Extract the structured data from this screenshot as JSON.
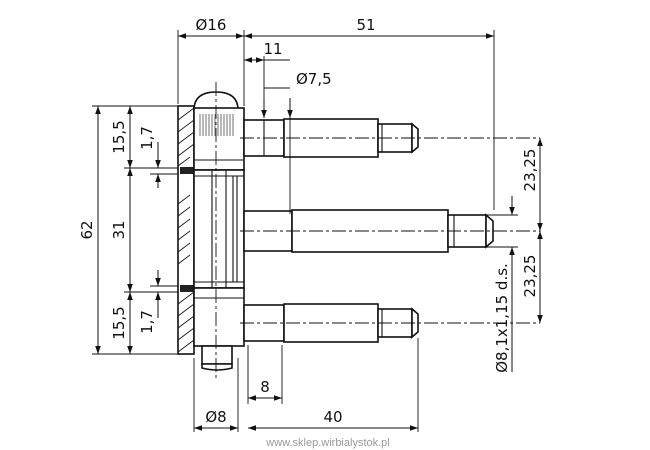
{
  "drawing": {
    "labels": {
      "dia16": "Ø16",
      "len51": "51",
      "len11": "11",
      "dia7_5": "Ø7,5",
      "h62": "62",
      "h31": "31",
      "h15_5_top": "15,5",
      "h15_5_bot": "15,5",
      "h1_7_top": "1,7",
      "h1_7_bot": "1,7",
      "v23_25_top": "23,25",
      "v23_25_bot": "23,25",
      "thread": "Ø8,1x1,15 d.s.",
      "dia8": "Ø8",
      "len8": "8",
      "len40": "40"
    }
  },
  "watermark": "www.sklep.wirbialystok.pl"
}
